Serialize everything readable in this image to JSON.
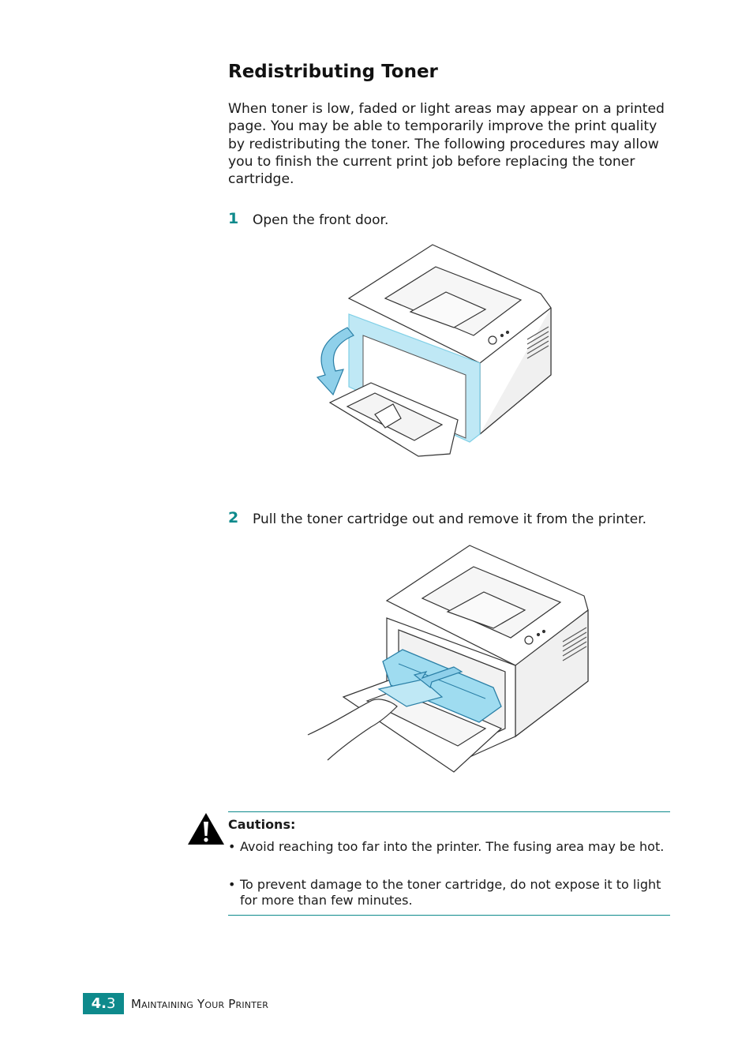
{
  "section": {
    "title": "Redistributing Toner",
    "intro": "When toner is low, faded or light areas may appear on a printed page. You may be able to temporarily improve the print quality by redistributing the toner. The following procedures may allow you to finish the current print job before replacing the toner cartridge."
  },
  "steps": [
    {
      "number": "1",
      "text": "Open the front door."
    },
    {
      "number": "2",
      "text": "Pull the toner cartridge out and remove it from the printer."
    }
  ],
  "cautions": {
    "title": "Cautions:",
    "items": [
      "Avoid reaching too far into the printer. The fusing area may be hot.",
      "To prevent damage to the toner cartridge, do not expose it to light for more than few minutes."
    ],
    "icon": "warning-icon"
  },
  "footer": {
    "chapter": "4.",
    "page": "3",
    "section_name": "Maintaining Your Printer"
  },
  "colors": {
    "accent": "#0e8a8c",
    "highlight": "#bfe8f5"
  }
}
